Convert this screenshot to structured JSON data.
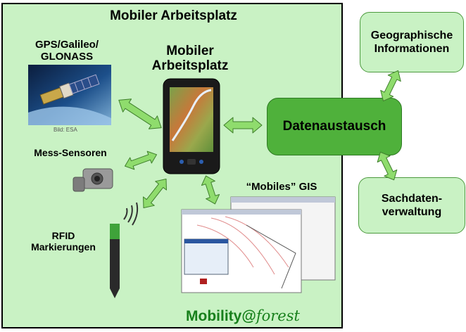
{
  "main_title": "Mobiler Arbeitsplatz",
  "gps_label": "GPS/Galileo/\nGLONASS",
  "image_credit": "Bild: ESA",
  "device_title": "Mobiler\nArbeitsplatz",
  "sensor_label": "Mess-Sensoren",
  "rfid_label": "RFID\nMarkierungen",
  "gis_label": "“Mobiles” GIS",
  "exchange_label": "Datenaustausch",
  "geo_label": "Geographische\nInformationen",
  "sach_label": "Sachdaten-\nverwaltung",
  "brand_prefix": "Mobility@",
  "brand_suffix": "forest",
  "colors": {
    "panel": "#c9f2c4",
    "arrow_fill": "#8fdc6d",
    "exchange_box": "#4fb13b",
    "brand": "#18801c"
  }
}
